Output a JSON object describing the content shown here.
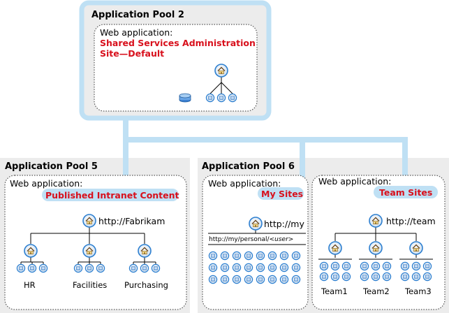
{
  "pool2": {
    "title": "Application Pool 2",
    "web_app_label": "Web application:",
    "name_line1": "Shared Services Administration",
    "name_line2": "Site—Default"
  },
  "pool5": {
    "title": "Application Pool 5",
    "web_app_label": "Web application:",
    "name": "Published Intranet Content",
    "root_url": "http://Fabrikam",
    "sites": [
      "HR",
      "Facilities",
      "Purchasing"
    ]
  },
  "pool6": {
    "title": "Application Pool 6",
    "mysites": {
      "web_app_label": "Web application:",
      "name": "My Sites",
      "root_url": "http://my",
      "personal_prefix": "http://my/personal/",
      "personal_suffix": "<user>"
    },
    "teamsites": {
      "web_app_label": "Web application:",
      "name": "Team Sites",
      "root_url": "http://team",
      "sites": [
        "Team1",
        "Team2",
        "Team3"
      ]
    }
  },
  "colors": {
    "connector": "#bfe0f4",
    "pool_bg": "#ececec",
    "accent_red": "#d8101c",
    "node_ring": "#2d7fd0"
  },
  "icons": {
    "site_node": "house-icon",
    "sub_node": "page-icon",
    "database": "database-icon"
  }
}
